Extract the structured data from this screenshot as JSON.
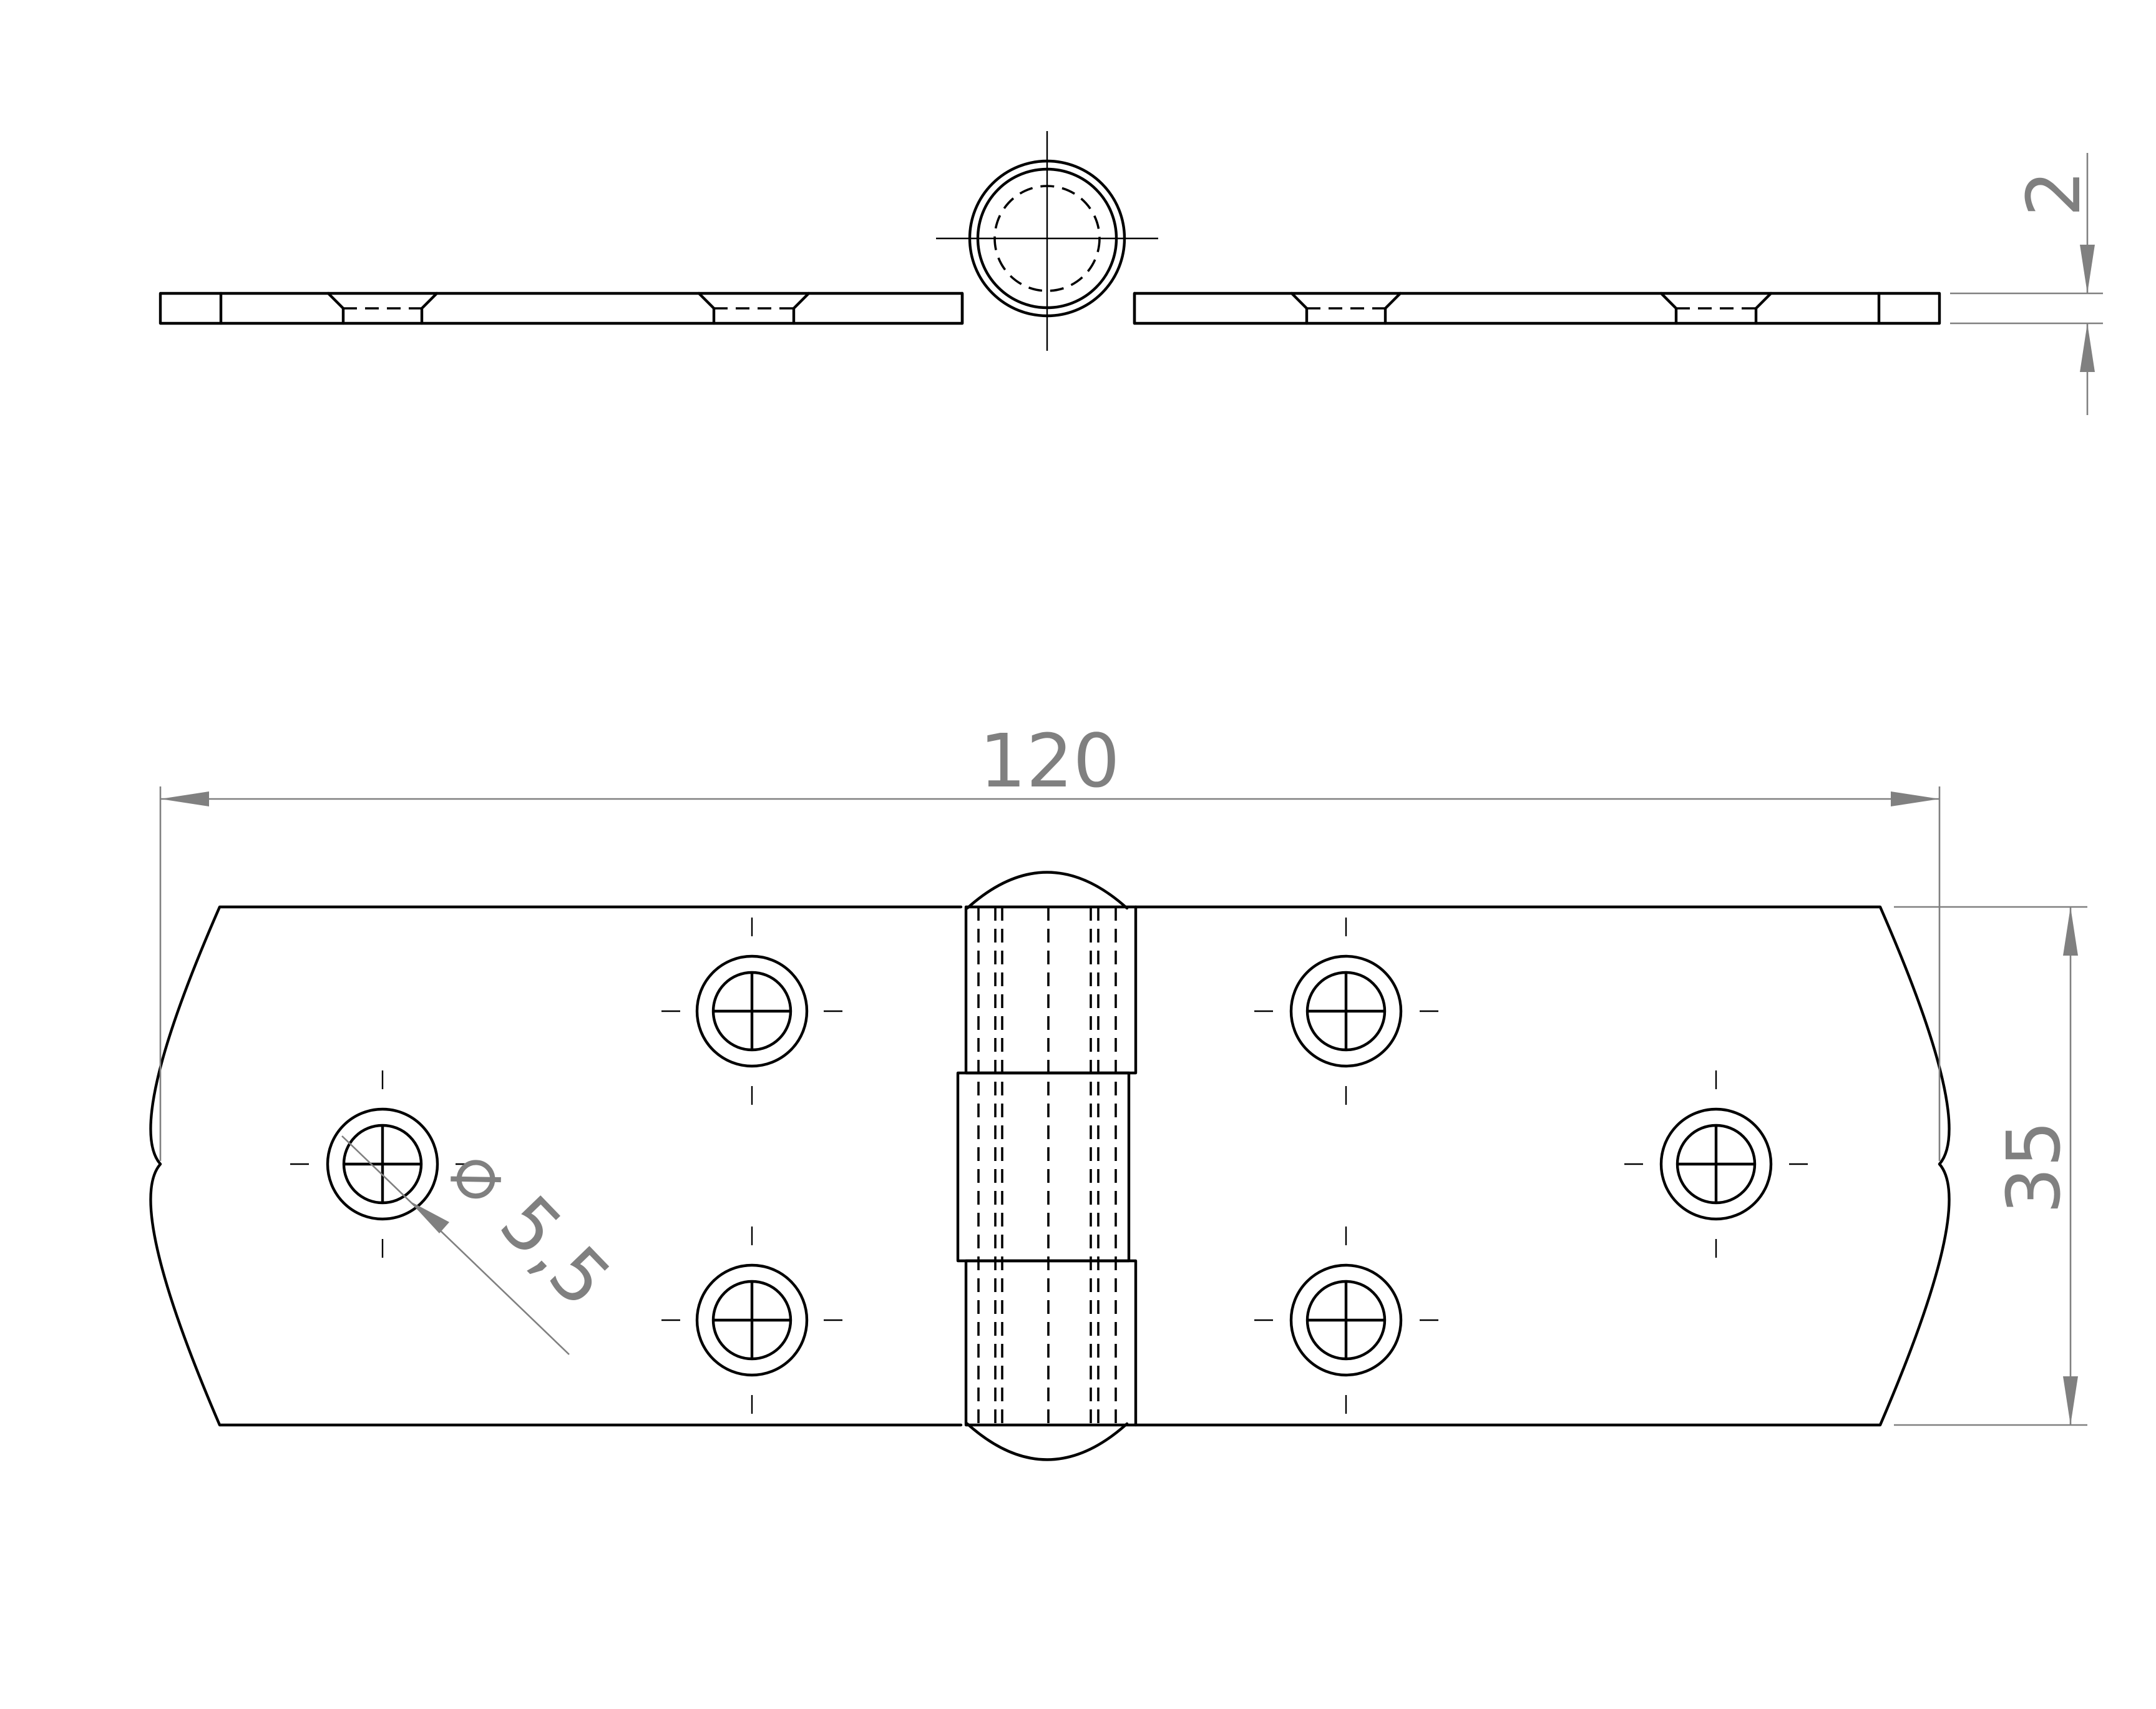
{
  "drawing": {
    "dimensions": {
      "overall_length": "120",
      "width": "35",
      "thickness": "2",
      "hole_diameter_symbol": "⌀",
      "hole_diameter": "5,5"
    },
    "line_colors": {
      "geometry": "#000000",
      "dimension": "#808080"
    }
  }
}
